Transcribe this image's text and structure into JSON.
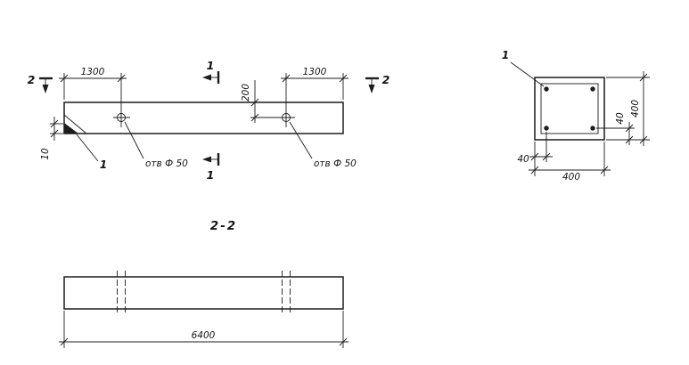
{
  "colors": {
    "line": "#1c1c1c",
    "background": "#ffffff"
  },
  "elevation": {
    "dim_left": "1300",
    "dim_right": "1300",
    "dim_vertical": "200",
    "dim_chamfer": "10",
    "hole_label_left": "отв Ф 50",
    "hole_label_right": "отв Ф 50",
    "item_label_chamfer": "1",
    "mark_2_left": "2",
    "mark_2_right": "2",
    "mark_1_top": "1",
    "mark_1_bottom": "1"
  },
  "cross_section": {
    "item_label_rebar": "1",
    "dim_height": "400",
    "dim_width": "400",
    "dim_cover_right": "40",
    "dim_cover_bottom": "40"
  },
  "section_2_2": {
    "title": "2-2",
    "dim_length": "6400"
  }
}
